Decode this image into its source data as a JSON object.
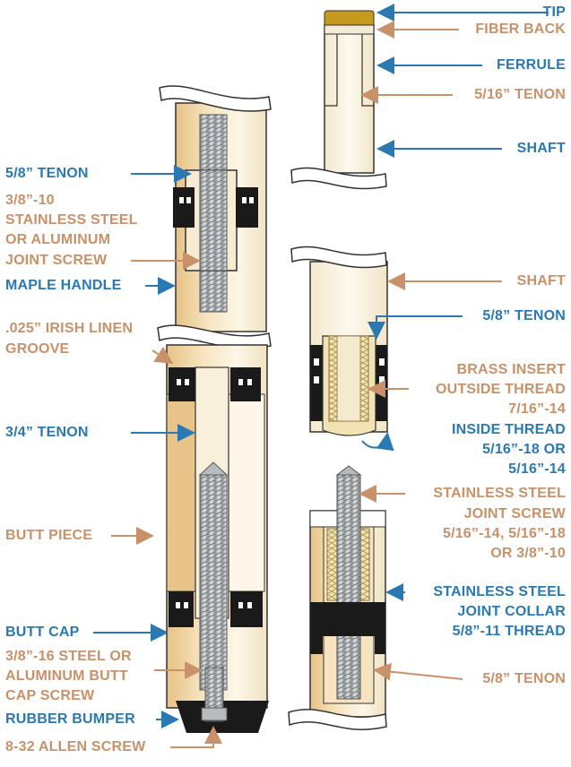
{
  "colors": {
    "blue": "#2a79b3",
    "tan": "#c9916a",
    "wood_light": "#fbf4e2",
    "wood_dark": "#e8c48a",
    "black": "#1a1a1a",
    "steel": "#bfc3c5",
    "tip": "#c79a1e"
  },
  "labels": {
    "tip": "TIP",
    "fiber_back": "FIBER BACK",
    "ferrule": "FERRULE",
    "tenon_516": "5/16” TENON",
    "shaft_top": "SHAFT",
    "tenon_58_left": "5/8” TENON",
    "joint_screw_left": [
      "3/8”-10",
      "STAINLESS STEEL",
      "OR ALUMINUM",
      "JOINT SCREW"
    ],
    "maple_handle": "MAPLE HANDLE",
    "linen_groove": [
      ".025” IRISH LINEN",
      "GROOVE"
    ],
    "shaft_mid": "SHAFT",
    "tenon_58_right": "5/8” TENON",
    "brass_insert": [
      "BRASS INSERT",
      "OUTSIDE THREAD",
      "7/16”-14"
    ],
    "inside_thread": [
      "INSIDE THREAD",
      "5/16”-18 OR",
      "5/16”-14"
    ],
    "tenon_34": "3/4” TENON",
    "joint_screw_right": [
      "STAINLESS STEEL",
      "JOINT SCREW",
      "5/16”-14, 5/16”-18",
      "OR 3/8”-10"
    ],
    "butt_piece": "BUTT PIECE",
    "joint_collar": [
      "STAINLESS STEEL",
      "JOINT COLLAR",
      "5/8”-11 THREAD"
    ],
    "butt_cap": "BUTT CAP",
    "butt_cap_screw": [
      "3/8”-16 STEEL OR",
      "ALUMINUM BUTT",
      "CAP SCREW"
    ],
    "tenon_58_bottom": "5/8” TENON",
    "rubber_bumper": "RUBBER BUMPER",
    "allen_screw": "8-32 ALLEN SCREW"
  }
}
